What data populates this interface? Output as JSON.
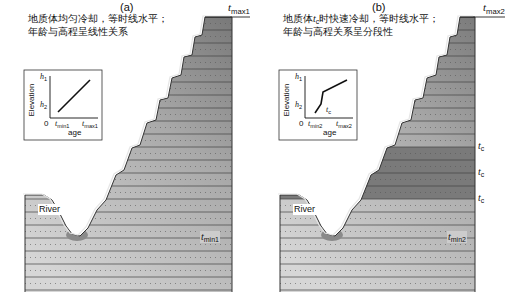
{
  "diagram": {
    "labels": [
      "(a)",
      "地质体均匀冷却，等时线水平；",
      "年龄与高程呈线性关系",
      "Elevation",
      "h",
      "1",
      "h",
      "2",
      "0",
      "t",
      "min1",
      "t",
      "max1",
      "age",
      "t",
      "max1",
      "River",
      "t",
      "min1",
      "(b)",
      "地质体",
      "t",
      "c",
      "时快速冷却，等时线水平；",
      "年龄与高程关系呈分段性",
      "Elevation",
      "h",
      "1",
      "h",
      "2",
      "0",
      "t",
      "min2",
      "t",
      "c",
      "t",
      "max2",
      "age",
      "t",
      "max2",
      "t",
      "c",
      "t",
      "c",
      "t",
      "c",
      "River",
      "t",
      "min2"
    ]
  }
}
